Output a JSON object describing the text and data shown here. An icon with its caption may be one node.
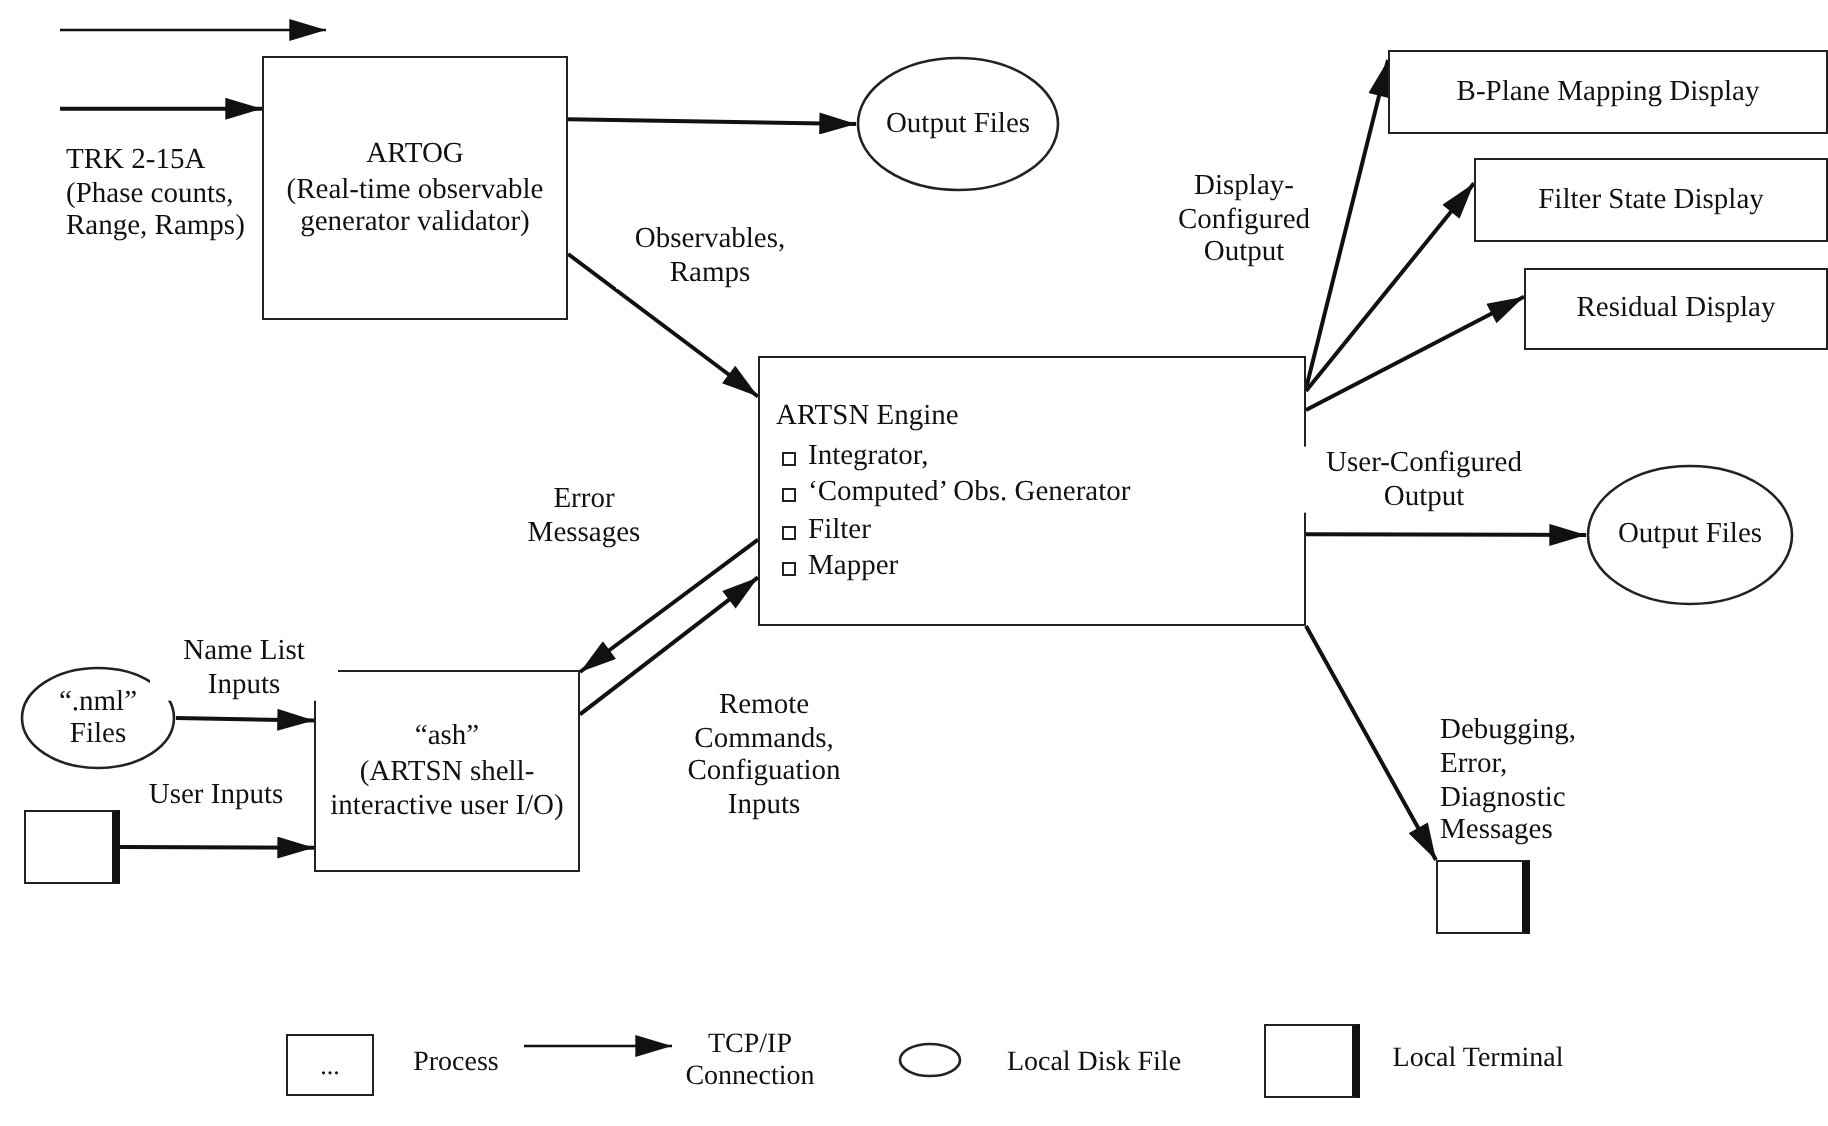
{
  "diagram": {
    "nodes": [
      {
        "text": [
          "ARTOG",
          "(Real-time observable generator validator)"
        ],
        "beside": [
          "TRK 2-15A (Phase counts, Range, Ramps)"
        ]
      },
      {
        "text": [
          "Output Files"
        ]
      },
      {
        "text": [
          "ARTSN Engine",
          "Integrator,",
          "‘Computed’ Obs. Generator",
          "Filter",
          "Mapper"
        ]
      },
      {
        "text": [
          "B-Plane Mapping Display"
        ]
      },
      {
        "text": [
          "Filter State Display"
        ]
      },
      {
        "text": [
          "Residual Display"
        ]
      },
      {
        "text": [
          "Output Files"
        ]
      },
      {
        "text": [
          "“.nml” Files"
        ]
      },
      {
        "text": [],
        "shape": "box"
      },
      {
        "text": [
          "“ash”",
          "(ARTSN shell-interactive user I/O)"
        ]
      },
      {
        "text": [],
        "shape": "box",
        "beside": [
          "Debugging, Error, Diagnostic Messages"
        ]
      }
    ],
    "edges": [
      {
        "from": null,
        "to": 0,
        "arrow": "to"
      },
      {
        "from": 0,
        "to": 1,
        "arrow": "to"
      },
      {
        "from": 0,
        "to": 2,
        "arrow": "to",
        "label": "Observables, Ramps"
      },
      {
        "from": 2,
        "to": 9,
        "arrow": "to",
        "label": "Error Messages"
      },
      {
        "from": 9,
        "to": 2,
        "arrow": "to",
        "label": "Remote Commands, Configuation Inputs"
      },
      {
        "from": 2,
        "to": 3,
        "arrow": "to",
        "label": "Display-Configured Output"
      },
      {
        "from": 2,
        "to": 4,
        "arrow": "to"
      },
      {
        "from": 2,
        "to": 5,
        "arrow": "to"
      },
      {
        "from": 2,
        "to": 6,
        "arrow": "to",
        "label": "User-Configured Output"
      },
      {
        "from": 2,
        "to": 10,
        "arrow": "to"
      },
      {
        "from": 7,
        "to": 9,
        "arrow": "to",
        "label": "Name List Inputs"
      },
      {
        "from": 8,
        "to": 9,
        "arrow": "to",
        "label": "User Inputs"
      }
    ],
    "labels": [
      "..."
    ],
    "legend": [
      {
        "text": "Process"
      },
      {
        "text": "TCP/IP Connection"
      },
      {
        "text": "Local Disk File"
      },
      {
        "text": "Local Terminal"
      }
    ]
  }
}
